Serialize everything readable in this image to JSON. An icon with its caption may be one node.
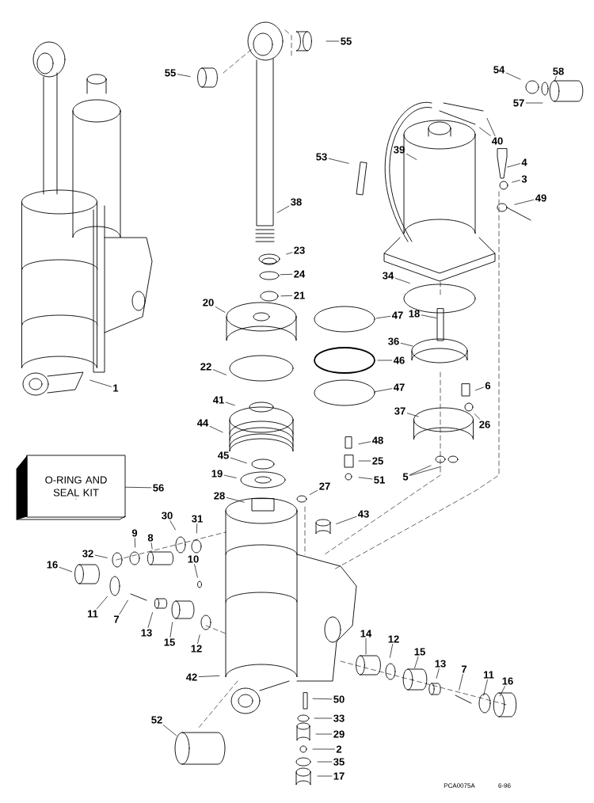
{
  "diagram": {
    "nodes": [
      {
        "text": [
          "55"
        ]
      },
      {
        "text": [
          "55"
        ]
      },
      {
        "text": [
          "54"
        ]
      },
      {
        "text": [
          "58"
        ]
      },
      {
        "text": [
          "57"
        ]
      },
      {
        "text": [
          "40"
        ]
      },
      {
        "text": [
          "53"
        ]
      },
      {
        "text": [
          "39"
        ]
      },
      {
        "text": [
          "4"
        ]
      },
      {
        "text": [
          "3"
        ]
      },
      {
        "text": [
          "49"
        ]
      },
      {
        "text": [
          "38"
        ]
      },
      {
        "text": [
          "23"
        ]
      },
      {
        "text": [
          "24"
        ]
      },
      {
        "text": [
          "21"
        ]
      },
      {
        "text": [
          "34"
        ]
      },
      {
        "text": [
          "20"
        ]
      },
      {
        "text": [
          "47"
        ]
      },
      {
        "text": [
          "18"
        ]
      },
      {
        "text": [
          "36"
        ]
      },
      {
        "text": [
          "46"
        ]
      },
      {
        "text": [
          "1"
        ]
      },
      {
        "text": [
          "22"
        ]
      },
      {
        "text": [
          "47"
        ]
      },
      {
        "text": [
          "6"
        ]
      },
      {
        "text": [
          "41"
        ]
      },
      {
        "text": [
          "37"
        ]
      },
      {
        "text": [
          "26"
        ]
      },
      {
        "text": [
          "44"
        ]
      },
      {
        "text": [
          "48"
        ]
      },
      {
        "text": [
          "25"
        ]
      },
      {
        "text": [
          "45"
        ]
      },
      {
        "text": [
          "19"
        ]
      },
      {
        "text": [
          "51"
        ]
      },
      {
        "text": [
          "5"
        ]
      },
      {
        "text": [
          "27"
        ]
      },
      {
        "text": [
          "28"
        ]
      },
      {
        "text": [
          "56"
        ]
      },
      {
        "text": [
          "30"
        ]
      },
      {
        "text": [
          "31"
        ]
      },
      {
        "text": [
          "9"
        ]
      },
      {
        "text": [
          "8"
        ]
      },
      {
        "text": [
          "32"
        ]
      },
      {
        "text": [
          "43"
        ]
      },
      {
        "text": [
          "16"
        ]
      },
      {
        "text": [
          "10"
        ]
      },
      {
        "text": [
          "11"
        ]
      },
      {
        "text": [
          "7"
        ]
      },
      {
        "text": [
          "13"
        ]
      },
      {
        "text": [
          "15"
        ]
      },
      {
        "text": [
          "12"
        ]
      },
      {
        "text": [
          "14"
        ]
      },
      {
        "text": [
          "12"
        ]
      },
      {
        "text": [
          "15"
        ]
      },
      {
        "text": [
          "13"
        ]
      },
      {
        "text": [
          "7"
        ]
      },
      {
        "text": [
          "11"
        ]
      },
      {
        "text": [
          "16"
        ]
      },
      {
        "text": [
          "42"
        ]
      },
      {
        "text": [
          "50"
        ]
      },
      {
        "text": [
          "33"
        ]
      },
      {
        "text": [
          "52"
        ]
      },
      {
        "text": [
          "29"
        ]
      },
      {
        "text": [
          "2"
        ]
      },
      {
        "text": [
          "35"
        ]
      },
      {
        "text": [
          "17"
        ]
      },
      {
        "text": [
          "O-RING AND SEAL KIT"
        ]
      }
    ],
    "edges": [
      {
        "from": 0,
        "to": null,
        "arrow": "none"
      },
      {
        "from": 1,
        "to": null,
        "arrow": "none"
      },
      {
        "from": 2,
        "to": null,
        "arrow": "none"
      },
      {
        "from": 3,
        "to": null,
        "arrow": "none"
      },
      {
        "from": 4,
        "to": null,
        "arrow": "none"
      },
      {
        "from": 5,
        "to": null,
        "arrow": "none"
      },
      {
        "from": 5,
        "to": null,
        "arrow": "none"
      },
      {
        "from": 6,
        "to": null,
        "arrow": "none"
      },
      {
        "from": 7,
        "to": null,
        "arrow": "none"
      },
      {
        "from": 8,
        "to": null,
        "arrow": "none"
      },
      {
        "from": 9,
        "to": null,
        "arrow": "none"
      },
      {
        "from": 10,
        "to": null,
        "arrow": "none"
      },
      {
        "from": 11,
        "to": null,
        "arrow": "none"
      },
      {
        "from": 12,
        "to": null,
        "arrow": "none"
      },
      {
        "from": 13,
        "to": null,
        "arrow": "none"
      },
      {
        "from": 14,
        "to": null,
        "arrow": "none"
      },
      {
        "from": 15,
        "to": null,
        "arrow": "none"
      },
      {
        "from": 16,
        "to": null,
        "arrow": "none"
      },
      {
        "from": 17,
        "to": null,
        "arrow": "none"
      },
      {
        "from": 18,
        "to": null,
        "arrow": "none"
      },
      {
        "from": 19,
        "to": null,
        "arrow": "none"
      },
      {
        "from": 20,
        "to": null,
        "arrow": "none"
      },
      {
        "from": 21,
        "to": null,
        "arrow": "none"
      },
      {
        "from": 22,
        "to": null,
        "arrow": "none"
      },
      {
        "from": 23,
        "to": null,
        "arrow": "none"
      },
      {
        "from": 24,
        "to": null,
        "arrow": "none"
      },
      {
        "from": 25,
        "to": null,
        "arrow": "none"
      },
      {
        "from": 26,
        "to": null,
        "arrow": "none"
      },
      {
        "from": 27,
        "to": null,
        "arrow": "none"
      },
      {
        "from": 28,
        "to": null,
        "arrow": "none"
      },
      {
        "from": 29,
        "to": null,
        "arrow": "none"
      },
      {
        "from": 30,
        "to": null,
        "arrow": "none"
      },
      {
        "from": 31,
        "to": null,
        "arrow": "none"
      },
      {
        "from": 32,
        "to": null,
        "arrow": "none"
      },
      {
        "from": 33,
        "to": null,
        "arrow": "none"
      },
      {
        "from": 34,
        "to": null,
        "arrow": "none"
      },
      {
        "from": 34,
        "to": null,
        "arrow": "none"
      },
      {
        "from": 35,
        "to": null,
        "arrow": "none"
      },
      {
        "from": 36,
        "to": null,
        "arrow": "none"
      },
      {
        "from": 37,
        "to": 66,
        "arrow": "none"
      },
      {
        "from": 38,
        "to": null,
        "arrow": "none"
      },
      {
        "from": 39,
        "to": null,
        "arrow": "none"
      },
      {
        "from": 40,
        "to": null,
        "arrow": "none"
      },
      {
        "from": 41,
        "to": null,
        "arrow": "none"
      },
      {
        "from": 42,
        "to": null,
        "arrow": "none"
      },
      {
        "from": 43,
        "to": null,
        "arrow": "none"
      },
      {
        "from": 44,
        "to": null,
        "arrow": "none"
      },
      {
        "from": 45,
        "to": null,
        "arrow": "none"
      },
      {
        "from": 46,
        "to": null,
        "arrow": "none"
      },
      {
        "from": 47,
        "to": null,
        "arrow": "none"
      },
      {
        "from": 48,
        "to": null,
        "arrow": "none"
      },
      {
        "from": 49,
        "to": null,
        "arrow": "none"
      },
      {
        "from": 50,
        "to": null,
        "arrow": "none"
      },
      {
        "from": 51,
        "to": null,
        "arrow": "none"
      },
      {
        "from": 52,
        "to": null,
        "arrow": "none"
      },
      {
        "from": 53,
        "to": null,
        "arrow": "none"
      },
      {
        "from": 54,
        "to": null,
        "arrow": "none"
      },
      {
        "from": 55,
        "to": null,
        "arrow": "none"
      },
      {
        "from": 56,
        "to": null,
        "arrow": "none"
      },
      {
        "from": 57,
        "to": null,
        "arrow": "none"
      },
      {
        "from": 58,
        "to": null,
        "arrow": "none"
      },
      {
        "from": 59,
        "to": null,
        "arrow": "none"
      },
      {
        "from": 60,
        "to": null,
        "arrow": "none"
      },
      {
        "from": 61,
        "to": null,
        "arrow": "none"
      },
      {
        "from": 62,
        "to": null,
        "arrow": "none"
      },
      {
        "from": 63,
        "to": null,
        "arrow": "none"
      },
      {
        "from": 64,
        "to": null,
        "arrow": "none"
      },
      {
        "from": 65,
        "to": null,
        "arrow": "none"
      }
    ],
    "labels": [
      "PCA0075A",
      "6-96"
    ]
  }
}
